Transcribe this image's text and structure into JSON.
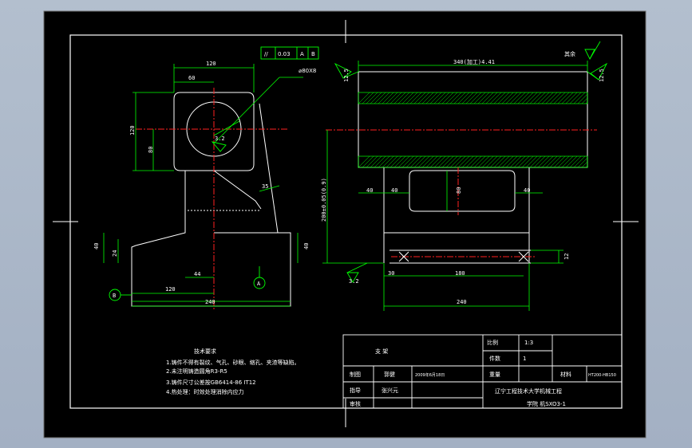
{
  "colors": {
    "viewport_bg": "#a9b6c7",
    "sheet": "#000000",
    "outline": "#ffffff",
    "geometry": "#00ff00",
    "centerline": "#ff2020",
    "hatch": "#00ff00",
    "text": "#ffffff"
  },
  "tolerance_frame": {
    "symbol": "//",
    "value": "0.03",
    "datum1": "A",
    "datum2": "B"
  },
  "surface_notes": {
    "spot_face": "⌀80X8",
    "finish_other": "其余",
    "ra_left": "3.2",
    "ra_right_top": "12.5",
    "ra_left_top": "12.5",
    "ra_bottom": "3.2"
  },
  "dims_left": {
    "w120_top": "120",
    "w60": "60",
    "h120": "120",
    "h80": "80",
    "d35": "35",
    "h40_left": "40",
    "h24": "24",
    "h40_right": "40",
    "d44": "44",
    "w120_bottom": "120",
    "w240": "240",
    "datum_b": "B",
    "datum_a": "A"
  },
  "dims_right": {
    "total_top": "340(加工)4.41",
    "h_vertical": "200±0.05(0.9)",
    "w40_a": "40",
    "w40_b": "40",
    "w40_c": "40",
    "h80": "80",
    "w30": "30",
    "w180": "180",
    "w240": "240",
    "h12": "12"
  },
  "tech_requirements": {
    "title": "技术要求",
    "items": [
      "1.铸件不得有裂纹、气孔、砂眼、缩孔、夹渣等缺陷。",
      "2.未注明铸造圆角R3-R5",
      "3.铸件尺寸公差按GB6414-86 IT12",
      "4.热处理：时效处理消除内应力"
    ]
  },
  "title_block": {
    "part_name": "支 架",
    "scale_label": "比例",
    "scale_value": "1:3",
    "qty_label": "件数",
    "qty_value": "1",
    "weight_label": "重量",
    "material_label": "材料",
    "material_value": "HT200-HB150",
    "drawn_label": "制图",
    "drawn_name": "郭健",
    "drawn_date": "2009年6月18日",
    "guide_label": "指导",
    "guide_name": "张兴元",
    "review_label": "审核",
    "school": "辽宁工程技术大学机械工程",
    "drawing_no": "学院 机SXO3-1"
  }
}
